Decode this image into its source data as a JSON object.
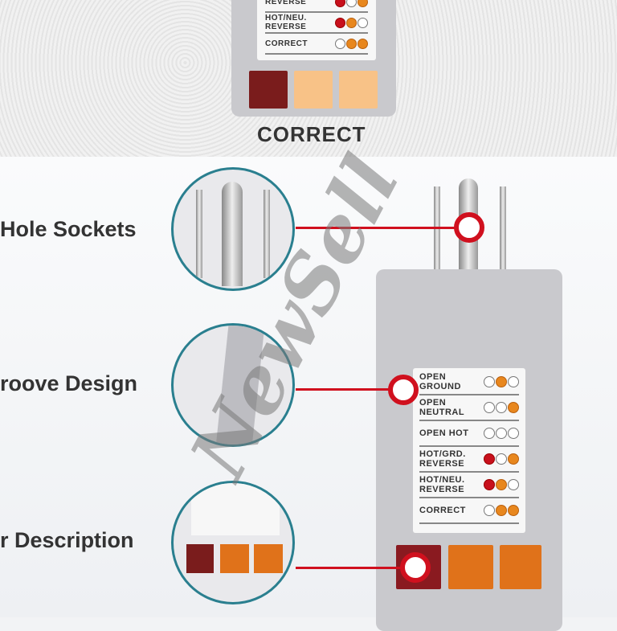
{
  "top": {
    "rows": [
      {
        "label": "REVERSE",
        "lights": [
          "r",
          "o",
          "a"
        ]
      },
      {
        "label": "HOT/NEU. REVERSE",
        "lights": [
          "r",
          "a",
          "o"
        ]
      },
      {
        "label": "CORRECT",
        "lights": [
          "o",
          "a",
          "a"
        ]
      }
    ],
    "caption": "CORRECT"
  },
  "features": [
    {
      "label": "Hole Sockets"
    },
    {
      "label": "roove Design"
    },
    {
      "label": "r Description"
    }
  ],
  "tester": {
    "rows": [
      {
        "label": "OPEN GROUND",
        "lights": [
          "o",
          "a",
          "o"
        ]
      },
      {
        "label": "OPEN NEUTRAL",
        "lights": [
          "o",
          "o",
          "a"
        ]
      },
      {
        "label": "OPEN HOT",
        "lights": [
          "o",
          "o",
          "o"
        ]
      },
      {
        "label": "HOT/GRD. REVERSE",
        "lights": [
          "r",
          "o",
          "a"
        ]
      },
      {
        "label": "HOT/NEU. REVERSE",
        "lights": [
          "r",
          "a",
          "o"
        ]
      },
      {
        "label": "CORRECT",
        "lights": [
          "o",
          "a",
          "a"
        ]
      }
    ]
  },
  "watermark": "NewSell",
  "colors": {
    "accent_red": "#d0101e",
    "amber": "#e8871e",
    "led_red": "#c8101c",
    "circle_border": "#2a7f8f"
  }
}
